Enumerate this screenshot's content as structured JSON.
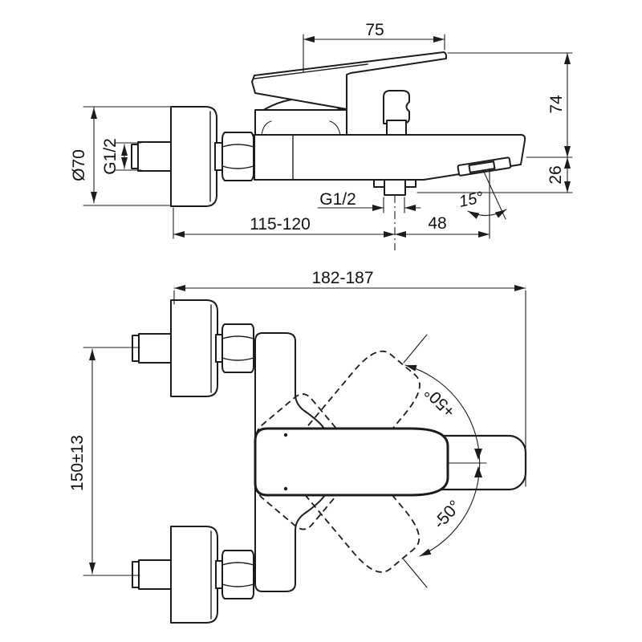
{
  "drawing": {
    "side_view": {
      "handle_length": "75",
      "overall_height": "74",
      "spout_drop": "26",
      "flange_diameter": "Ø70",
      "inlet_thread": "G1/2",
      "outlet_thread": "G1/2",
      "wall_to_outlet": "115-120",
      "outlet_to_spout_tip": "48",
      "aerator_angle": "15°"
    },
    "plan_view": {
      "overall_depth": "182-187",
      "inlet_spacing": "150±13",
      "handle_swing_left": "+50°",
      "handle_swing_right": "-50°"
    },
    "colors": {
      "line": "#1c1c1c",
      "background": "#ffffff"
    }
  }
}
